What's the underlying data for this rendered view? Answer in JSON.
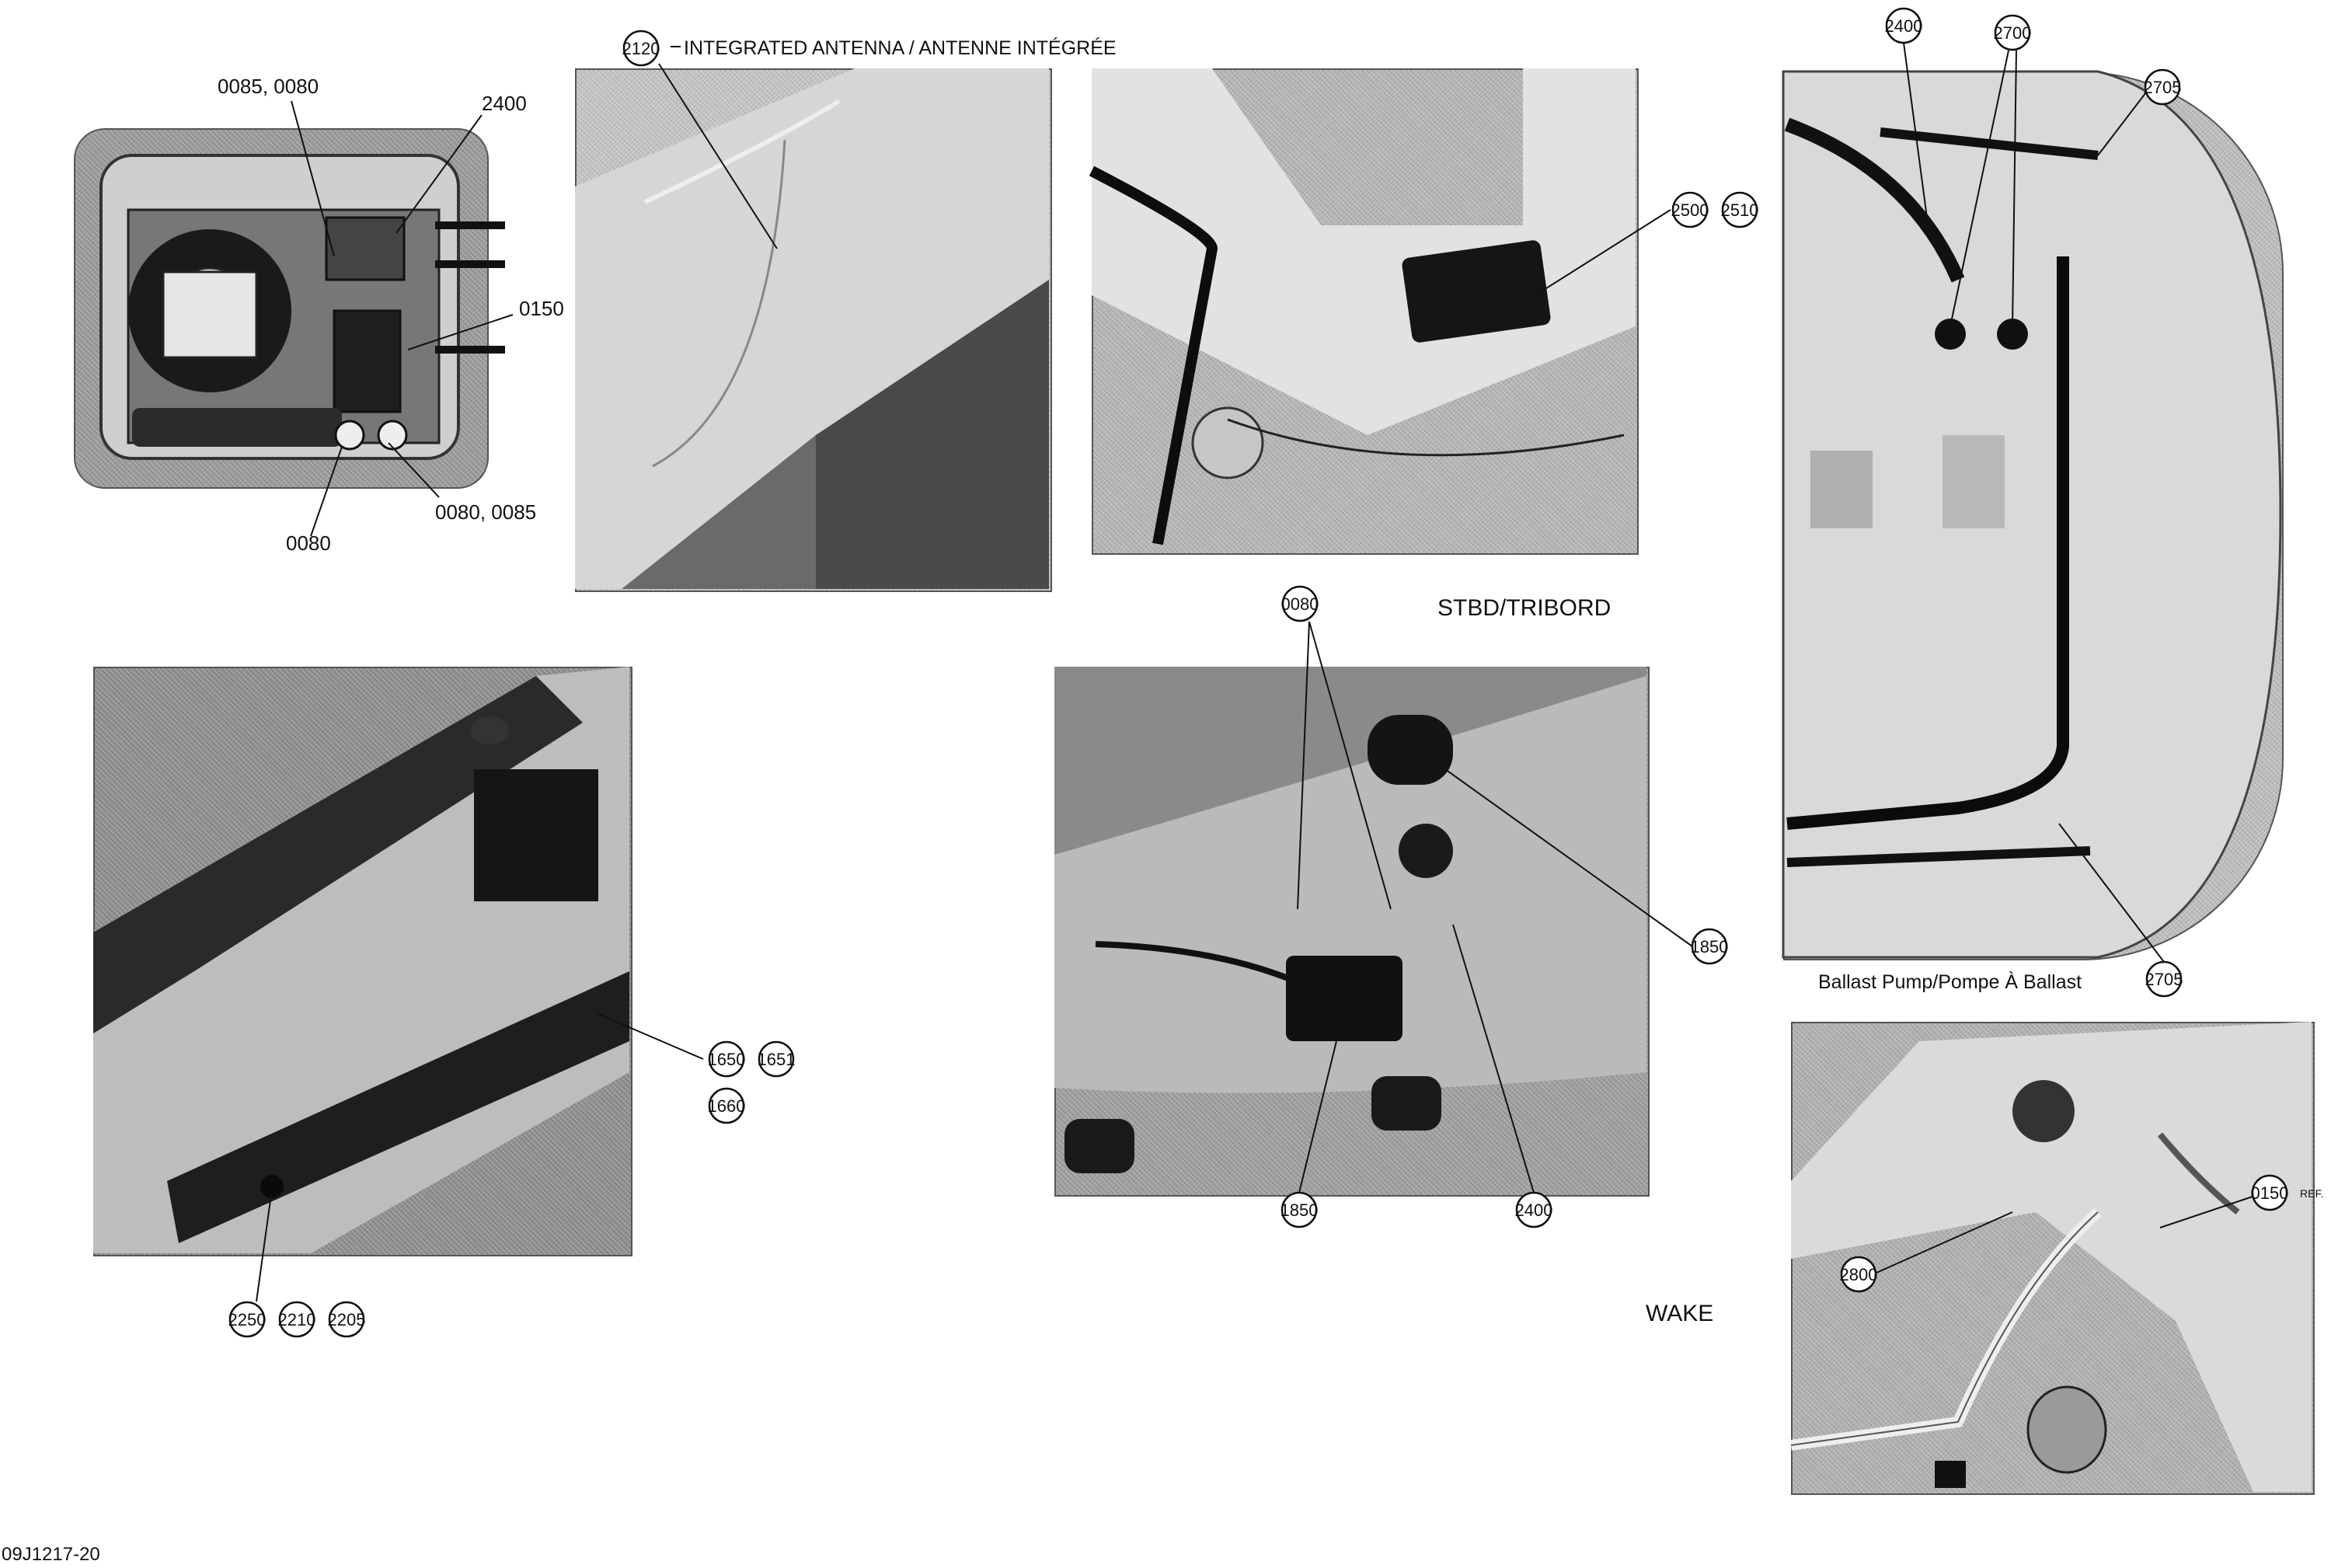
{
  "labels": {
    "antenna": "INTEGRATED ANTENNA / ANTENNE INTÉGRÉE",
    "stbd": "STBD/TRIBORD",
    "ballast": "Ballast Pump/Pompe À Ballast",
    "wake": "WAKE",
    "ref": "REF.",
    "figure_code": "09J1217-20"
  },
  "plain_refs": {
    "p1_top_left": "0085, 0080",
    "p1_2400": "2400",
    "p1_0150": "0150",
    "p1_0080_0085": "0080, 0085",
    "p1_0080": "0080"
  },
  "callouts": {
    "c2120": "2120",
    "c2400_top": "2400",
    "c2700": "2700",
    "c2705_top": "2705",
    "c2500": "2500",
    "c2510": "2510",
    "c0080": "0080",
    "c1850_right": "1850",
    "c2705_bottom": "2705",
    "c1650": "1650",
    "c1651": "1651",
    "c1660": "1660",
    "c1850_bottom": "1850",
    "c2400_bottom": "2400",
    "c0150": "0150",
    "c2800": "2800",
    "c2250": "2250",
    "c2210": "2210",
    "c2205": "2205"
  }
}
